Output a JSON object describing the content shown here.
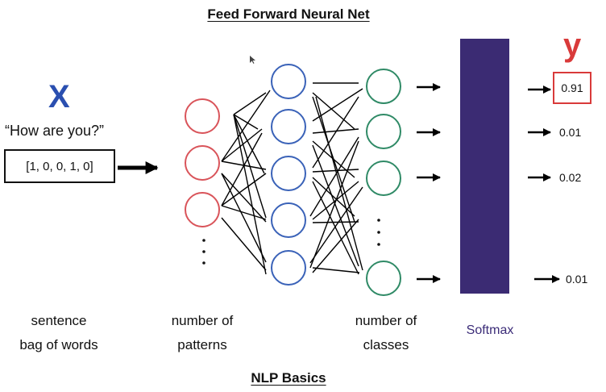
{
  "title": "Feed Forward Neural Net",
  "footer": "NLP Basics",
  "input": {
    "symbol": "X",
    "sentence": "“How are you?”",
    "vector": "[1, 0, 0, 1, 0]"
  },
  "output": {
    "symbol": "y",
    "values": [
      "0.91",
      "0.01",
      "0.02",
      "0.01"
    ]
  },
  "captions": {
    "input_line1": "sentence",
    "input_line2": "bag of words",
    "hidden_line1": "number of",
    "hidden_line2": "patterns",
    "output_line1": "number of",
    "output_line2": "classes",
    "softmax": "Softmax"
  },
  "colors": {
    "input_node": "#d9545a",
    "hidden_node": "#3a62b8",
    "output_node": "#2f8a66",
    "softmax_bar": "#3b2b73",
    "highlight": "#d93a3a",
    "x_symbol": "#2a4fb0"
  }
}
